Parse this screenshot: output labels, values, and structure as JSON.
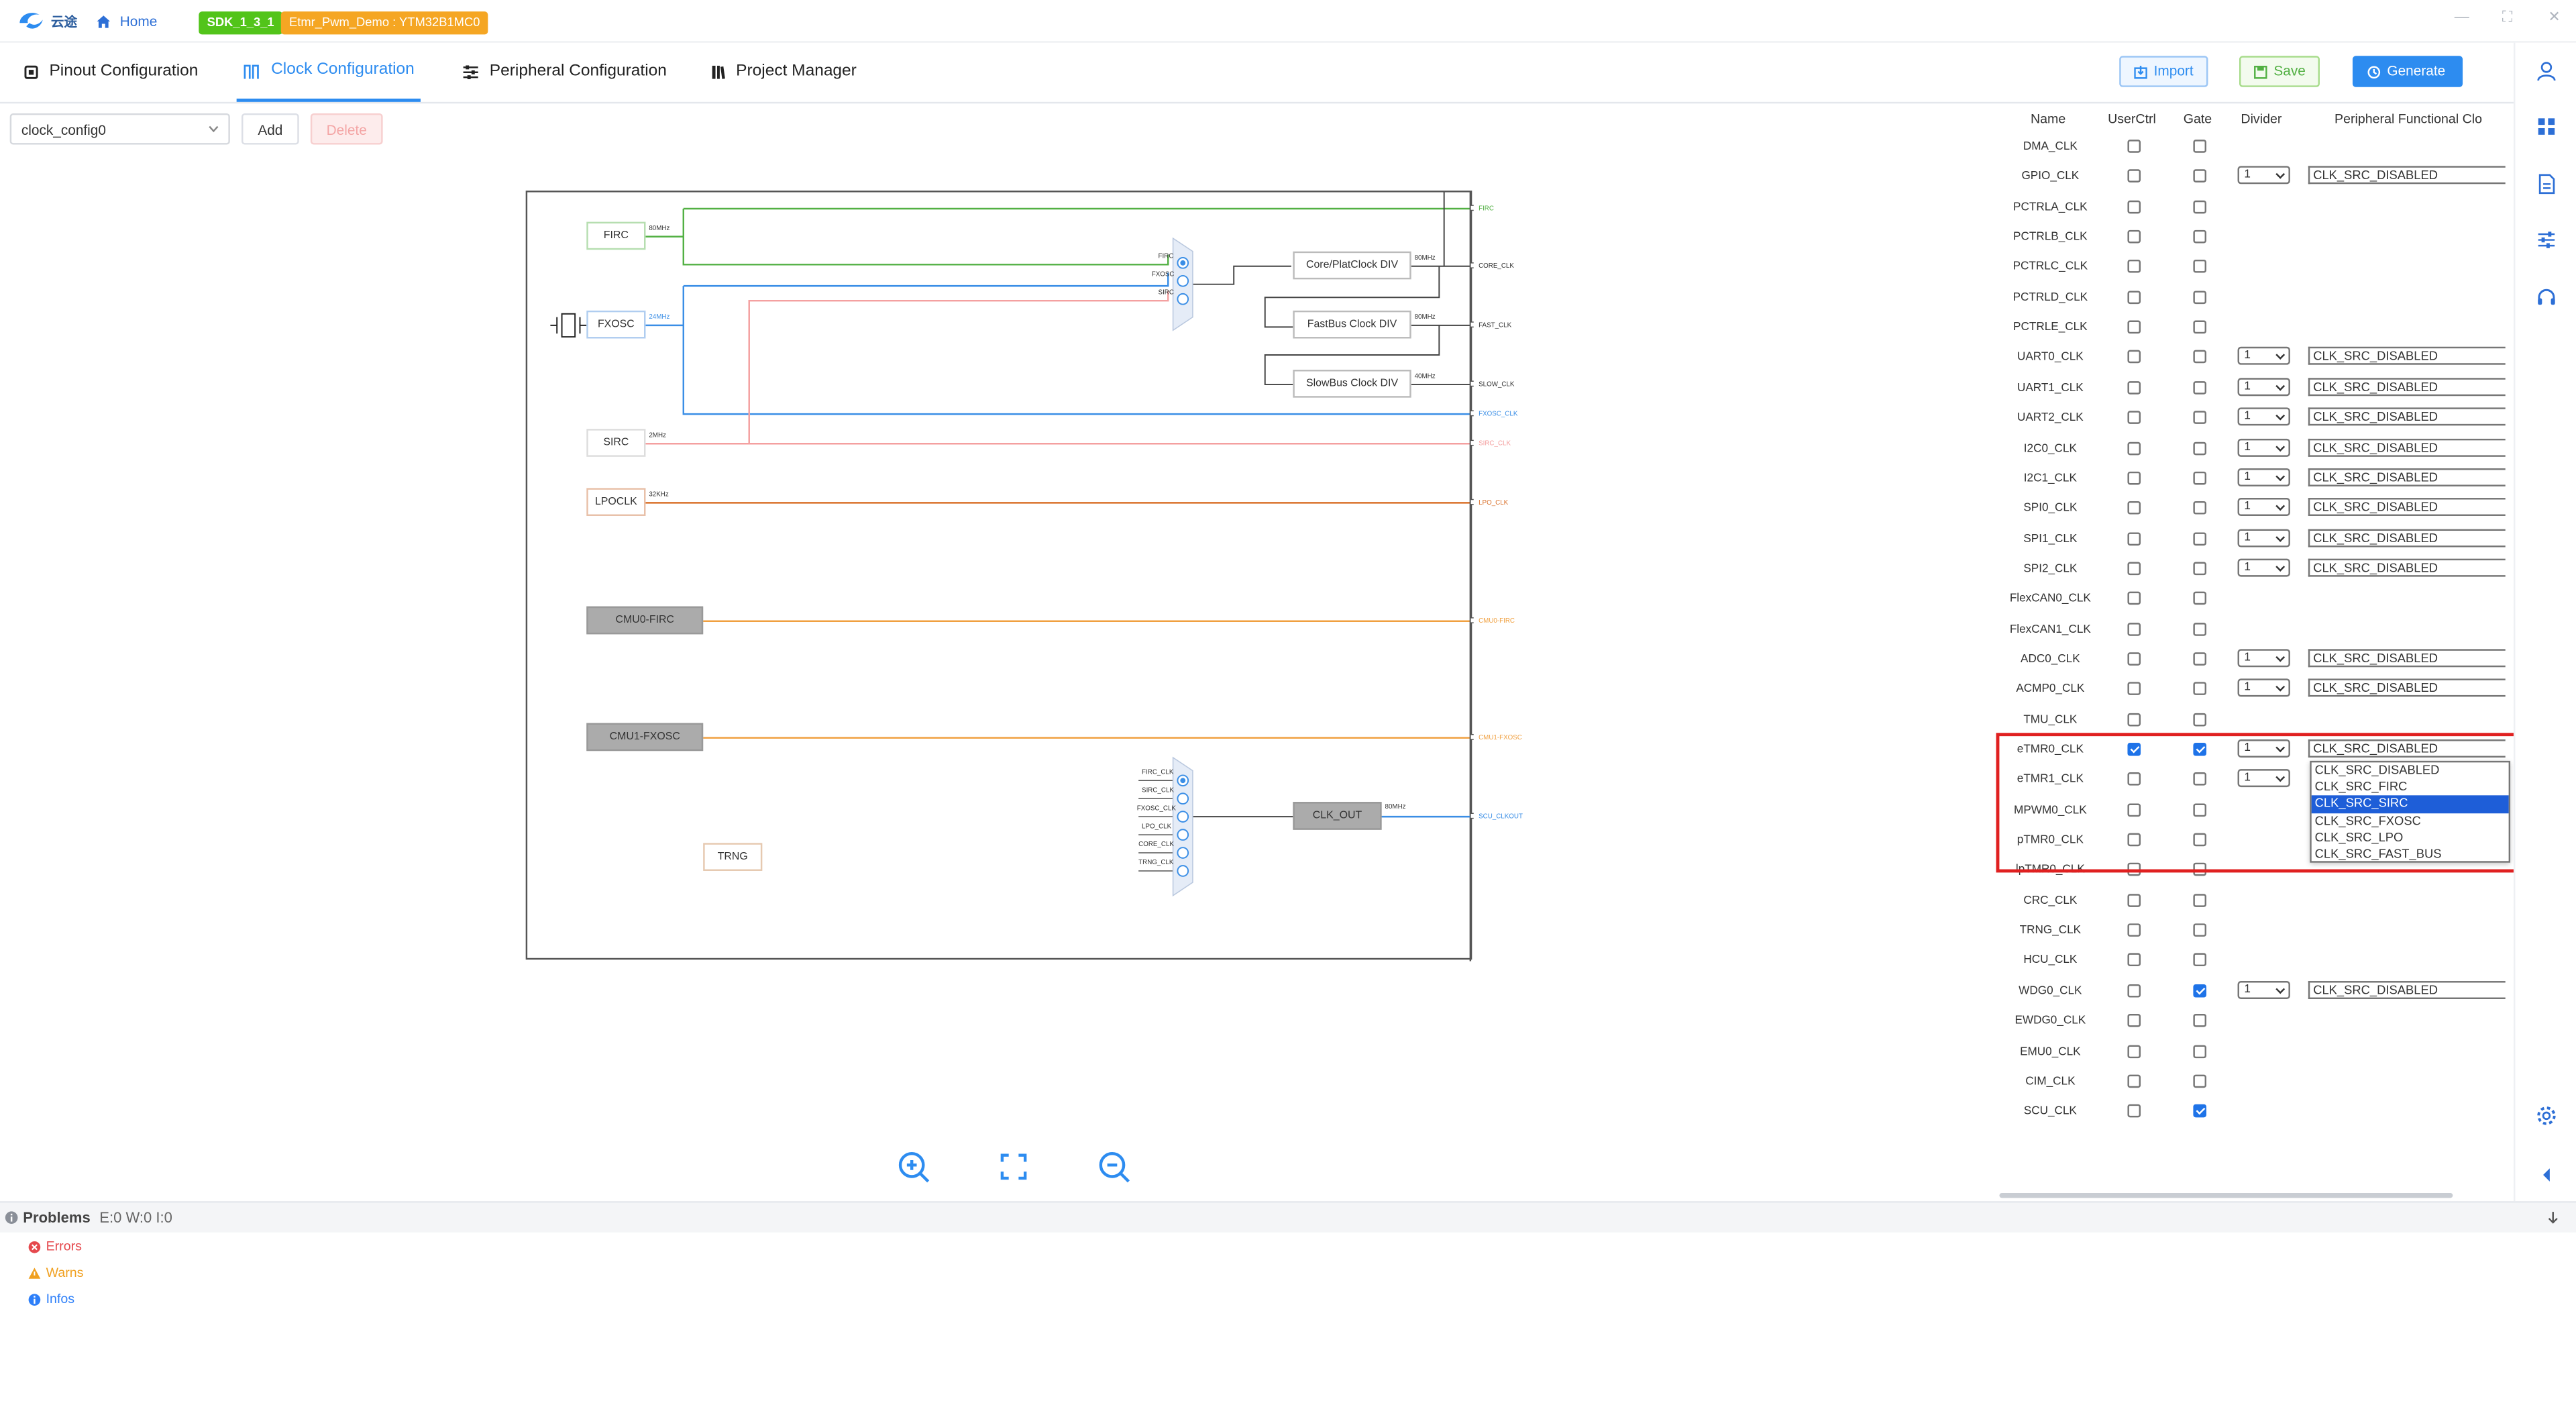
{
  "titlebar": {
    "logo_text": "云途",
    "home_label": "Home",
    "sdk_badge": "SDK_1_3_1",
    "project_badge": "Etmr_Pwm_Demo : YTM32B1MC0",
    "colors": {
      "sdk": "#52c41a",
      "project": "#f5a623"
    }
  },
  "tabs": [
    {
      "label": "Pinout Configuration",
      "icon": "chip-icon",
      "active": false
    },
    {
      "label": "Clock Configuration",
      "icon": "clock-wave-icon",
      "active": true
    },
    {
      "label": "Peripheral Configuration",
      "icon": "sliders-icon",
      "active": false
    },
    {
      "label": "Project Manager",
      "icon": "book-icon",
      "active": false
    }
  ],
  "actions": {
    "import_label": "Import",
    "save_label": "Save",
    "generate_label": "Generate"
  },
  "toolbar": {
    "config_value": "clock_config0",
    "add_label": "Add",
    "delete_label": "Delete"
  },
  "diagram": {
    "blocks": {
      "firc": "FIRC",
      "fxosc": "FXOSC",
      "sirc": "SIRC",
      "lpoclk": "LPOCLK",
      "cmu0": "CMU0-FIRC",
      "cmu1": "CMU1-FXOSC",
      "trng": "TRNG",
      "core_div": "Core/PlatClock DIV",
      "fastbus_div": "FastBus Clock DIV",
      "slowbus_div": "SlowBus Clock DIV",
      "clk_out": "CLK_OUT"
    },
    "freqs": {
      "firc": "80MHz",
      "fxosc": "24MHz",
      "sirc": "2MHz",
      "lpo": "32KHz",
      "core": "80MHz",
      "fast": "80MHz",
      "slow": "40MHz",
      "clkout": "80MHz"
    },
    "mux1_inputs": [
      "FIRC",
      "FXOSC",
      "SIRC"
    ],
    "mux2_inputs": [
      "FIRC_CLK",
      "SIRC_CLK",
      "FXOSC_CLK",
      "LPO_CLK",
      "CORE_CLK",
      "TRNG_CLK"
    ],
    "outputs": {
      "firc": "FIRC",
      "core": "CORE_CLK",
      "fast": "FAST_CLK",
      "slow": "SLOW_CLK",
      "fxosc": "FXOSC_CLK",
      "sirc": "SIRC_CLK",
      "lpo": "LPO_CLK",
      "cmu0": "CMU0-FIRC",
      "cmu1": "CMU1-FXOSC",
      "scu": "SCU_CLKOUT"
    },
    "colors": {
      "firc": "#52b043",
      "fxosc": "#3a8ee6",
      "sirc": "#f4a0a0",
      "lpo": "#d9702a",
      "cmu": "#f0a040",
      "core": "#444444"
    }
  },
  "table": {
    "headers": [
      "Name",
      "UserCtrl",
      "Gate",
      "Divider",
      "Peripheral Functional Clo"
    ],
    "rows": [
      {
        "name": "DMA_CLK",
        "user": false,
        "gate": false,
        "div": null,
        "src": null
      },
      {
        "name": "GPIO_CLK",
        "user": false,
        "gate": false,
        "div": "1",
        "src": "CLK_SRC_DISABLED"
      },
      {
        "name": "PCTRLA_CLK",
        "user": false,
        "gate": false,
        "div": null,
        "src": null
      },
      {
        "name": "PCTRLB_CLK",
        "user": false,
        "gate": false,
        "div": null,
        "src": null
      },
      {
        "name": "PCTRLC_CLK",
        "user": false,
        "gate": false,
        "div": null,
        "src": null
      },
      {
        "name": "PCTRLD_CLK",
        "user": false,
        "gate": false,
        "div": null,
        "src": null
      },
      {
        "name": "PCTRLE_CLK",
        "user": false,
        "gate": false,
        "div": null,
        "src": null
      },
      {
        "name": "UART0_CLK",
        "user": false,
        "gate": false,
        "div": "1",
        "src": "CLK_SRC_DISABLED"
      },
      {
        "name": "UART1_CLK",
        "user": false,
        "gate": false,
        "div": "1",
        "src": "CLK_SRC_DISABLED"
      },
      {
        "name": "UART2_CLK",
        "user": false,
        "gate": false,
        "div": "1",
        "src": "CLK_SRC_DISABLED"
      },
      {
        "name": "I2C0_CLK",
        "user": false,
        "gate": false,
        "div": "1",
        "src": "CLK_SRC_DISABLED"
      },
      {
        "name": "I2C1_CLK",
        "user": false,
        "gate": false,
        "div": "1",
        "src": "CLK_SRC_DISABLED"
      },
      {
        "name": "SPI0_CLK",
        "user": false,
        "gate": false,
        "div": "1",
        "src": "CLK_SRC_DISABLED"
      },
      {
        "name": "SPI1_CLK",
        "user": false,
        "gate": false,
        "div": "1",
        "src": "CLK_SRC_DISABLED"
      },
      {
        "name": "SPI2_CLK",
        "user": false,
        "gate": false,
        "div": "1",
        "src": "CLK_SRC_DISABLED"
      },
      {
        "name": "FlexCAN0_CLK",
        "user": false,
        "gate": false,
        "div": null,
        "src": null
      },
      {
        "name": "FlexCAN1_CLK",
        "user": false,
        "gate": false,
        "div": null,
        "src": null
      },
      {
        "name": "ADC0_CLK",
        "user": false,
        "gate": false,
        "div": "1",
        "src": "CLK_SRC_DISABLED"
      },
      {
        "name": "ACMP0_CLK",
        "user": false,
        "gate": false,
        "div": "1",
        "src": "CLK_SRC_DISABLED"
      },
      {
        "name": "TMU_CLK",
        "user": false,
        "gate": false,
        "div": null,
        "src": null
      },
      {
        "name": "eTMR0_CLK",
        "user": true,
        "gate": true,
        "div": "1",
        "src": "CLK_SRC_DISABLED"
      },
      {
        "name": "eTMR1_CLK",
        "user": false,
        "gate": false,
        "div": "1",
        "src": null
      },
      {
        "name": "MPWM0_CLK",
        "user": false,
        "gate": false,
        "div": null,
        "src": null
      },
      {
        "name": "pTMR0_CLK",
        "user": false,
        "gate": false,
        "div": null,
        "src": null
      },
      {
        "name": "lpTMR0_CLK",
        "user": false,
        "gate": false,
        "div": null,
        "src": null
      },
      {
        "name": "CRC_CLK",
        "user": false,
        "gate": false,
        "div": null,
        "src": null
      },
      {
        "name": "TRNG_CLK",
        "user": false,
        "gate": false,
        "div": null,
        "src": null
      },
      {
        "name": "HCU_CLK",
        "user": false,
        "gate": false,
        "div": null,
        "src": null
      },
      {
        "name": "WDG0_CLK",
        "user": false,
        "gate": true,
        "div": "1",
        "src": "CLK_SRC_DISABLED"
      },
      {
        "name": "EWDG0_CLK",
        "user": false,
        "gate": false,
        "div": null,
        "src": null
      },
      {
        "name": "EMU0_CLK",
        "user": false,
        "gate": false,
        "div": null,
        "src": null
      },
      {
        "name": "CIM_CLK",
        "user": false,
        "gate": false,
        "div": null,
        "src": null
      },
      {
        "name": "SCU_CLK",
        "user": false,
        "gate": true,
        "div": null,
        "src": null
      }
    ],
    "dropdown_options": [
      "CLK_SRC_DISABLED",
      "CLK_SRC_FIRC",
      "CLK_SRC_SIRC",
      "CLK_SRC_FXOSC",
      "CLK_SRC_LPO",
      "CLK_SRC_FAST_BUS"
    ],
    "dropdown_selected": 2,
    "highlight_color": "#e02020"
  },
  "problems": {
    "title": "Problems",
    "counts": "E:0 W:0 I:0",
    "items": [
      {
        "label": "Errors",
        "color": "#e5484d",
        "icon": "error-icon"
      },
      {
        "label": "Warns",
        "color": "#f0a020",
        "icon": "warning-icon"
      },
      {
        "label": "Infos",
        "color": "#2d7ff9",
        "icon": "info-icon"
      }
    ]
  },
  "sidebar_icons": [
    "user-icon",
    "grid-icon",
    "document-icon",
    "sliders-icon",
    "headset-icon",
    "settings-icon",
    "collapse-icon"
  ]
}
